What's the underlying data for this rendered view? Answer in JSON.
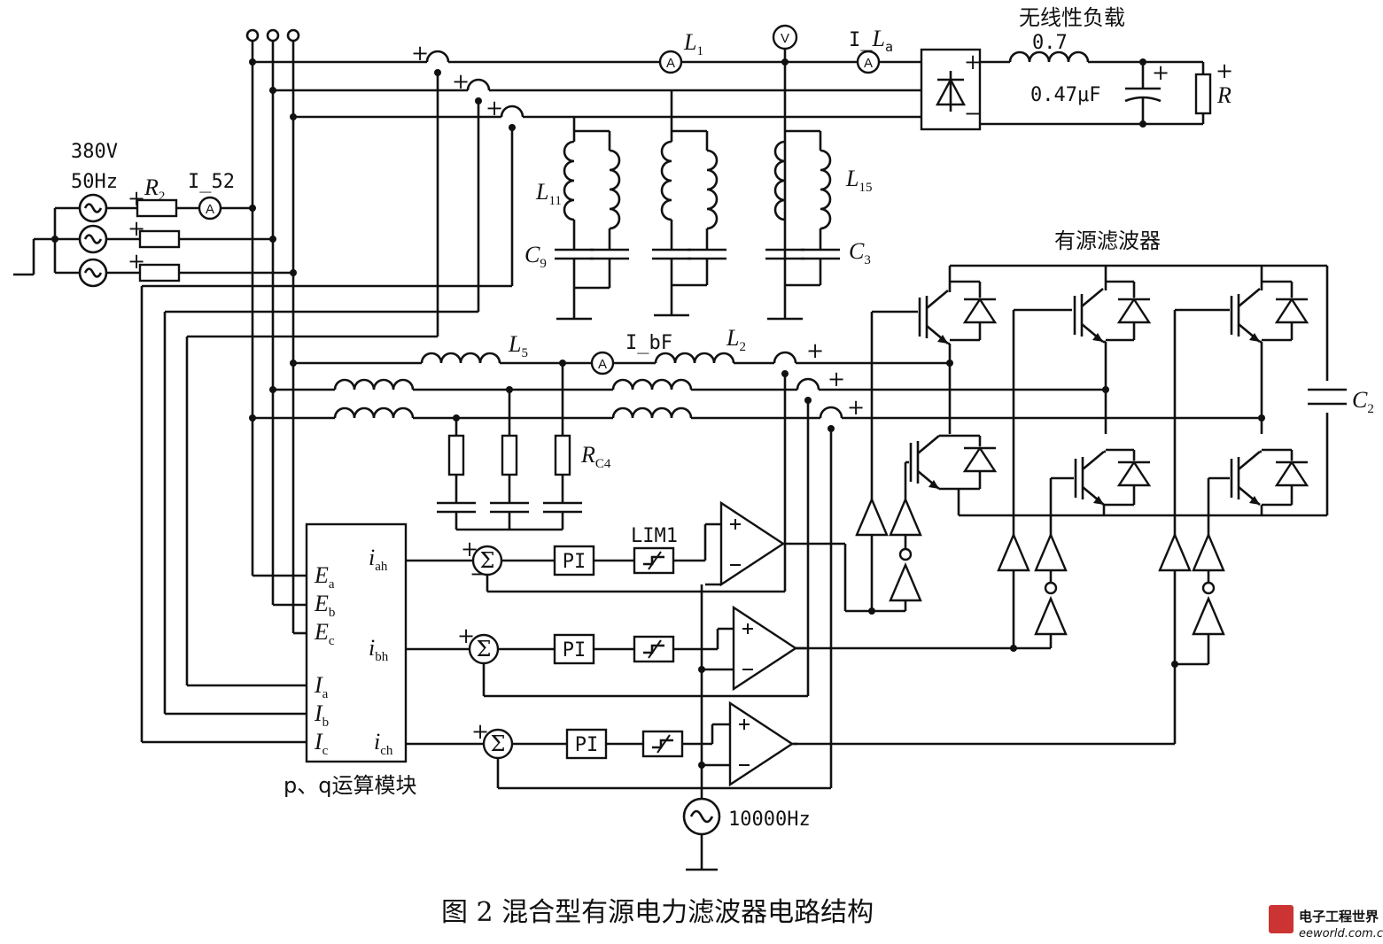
{
  "source": {
    "voltage": "380V",
    "frequency": "50Hz"
  },
  "labels": {
    "R2": "R",
    "R2_sub": "2",
    "I52": "I_52",
    "L1": "L",
    "L1_sub": "1",
    "ILa_prefix": "I_",
    "ILa": "L",
    "ILa_sub": "a",
    "L11": "L",
    "L11_sub": "11",
    "C9": "C",
    "C9_sub": "9",
    "L15": "L",
    "L15_sub": "15",
    "C3": "C",
    "C3_sub": "3",
    "L5": "L",
    "L5_sub": "5",
    "L2": "L",
    "L2_sub": "2",
    "IbF": "I_bF",
    "RC4": "R",
    "RC4_sub": "C4",
    "C2": "C",
    "C2_sub": "2",
    "R": "R",
    "LIM1": "LIM1"
  },
  "load": {
    "title": "无线性负载",
    "inductance": "0.7",
    "capacitance": "0.47μF"
  },
  "active_filter": {
    "title": "有源滤波器"
  },
  "pq_module": {
    "title": "p、q运算模块",
    "inputs": [
      {
        "n": "E",
        "s": "a"
      },
      {
        "n": "E",
        "s": "b"
      },
      {
        "n": "E",
        "s": "c"
      },
      {
        "n": "I",
        "s": "a"
      },
      {
        "n": "I",
        "s": "b"
      },
      {
        "n": "I",
        "s": "c"
      }
    ],
    "outputs": [
      {
        "n": "i",
        "s": "ah"
      },
      {
        "n": "i",
        "s": "bh"
      },
      {
        "n": "i",
        "s": "ch"
      }
    ]
  },
  "controller": {
    "pi": "PI",
    "sum": "Σ",
    "oscillator": "10000Hz"
  },
  "caption": "图 2  混合型有源电力滤波器电路结构",
  "watermark": {
    "name": "电子工程世界",
    "url": "eeworld.com.cn"
  },
  "icons": [
    "ac-source-icon",
    "ammeter-icon",
    "voltmeter-icon",
    "inductor-icon",
    "capacitor-icon",
    "resistor-icon",
    "igbt-icon",
    "diode-icon",
    "op-amp-icon",
    "buffer-icon",
    "summer-icon",
    "ground-icon"
  ]
}
